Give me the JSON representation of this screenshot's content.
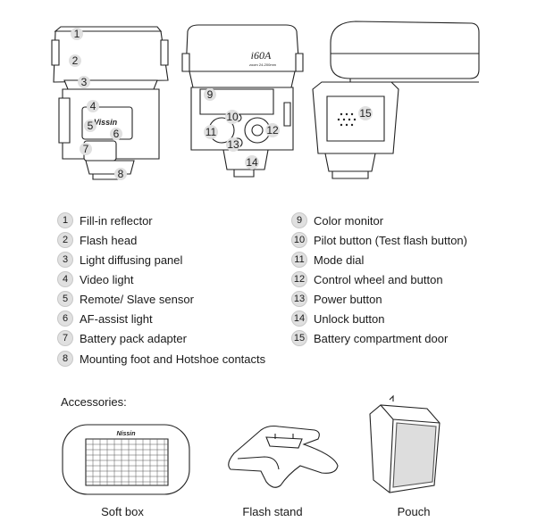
{
  "diagram": {
    "callouts": [
      "1",
      "2",
      "3",
      "4",
      "5",
      "6",
      "7",
      "8",
      "9",
      "10",
      "11",
      "12",
      "13",
      "14",
      "15"
    ],
    "brand_text": "Vissin",
    "model_text": "i60A",
    "zoom_text": "zoom 24-200mm"
  },
  "parts_left": [
    {
      "num": "1",
      "label": "Fill-in reflector"
    },
    {
      "num": "2",
      "label": "Flash head"
    },
    {
      "num": "3",
      "label": "Light diffusing panel"
    },
    {
      "num": "4",
      "label": "Video light"
    },
    {
      "num": "5",
      "label": "Remote/ Slave sensor"
    },
    {
      "num": "6",
      "label": "AF-assist light"
    },
    {
      "num": "7",
      "label": "Battery pack adapter"
    },
    {
      "num": "8",
      "label": "Mounting foot and Hotshoe contacts"
    }
  ],
  "parts_right": [
    {
      "num": "9",
      "label": "Color monitor"
    },
    {
      "num": "10",
      "label": "Pilot button (Test flash button)"
    },
    {
      "num": "11",
      "label": "Mode dial"
    },
    {
      "num": "12",
      "label": "Control wheel and button"
    },
    {
      "num": "13",
      "label": "Power button"
    },
    {
      "num": "14",
      "label": "Unlock button"
    },
    {
      "num": "15",
      "label": "Battery compartment door"
    }
  ],
  "accessories": {
    "title": "Accessories:",
    "items": [
      {
        "label": "Soft box",
        "brand": "Nissin"
      },
      {
        "label": "Flash stand"
      },
      {
        "label": "Pouch"
      }
    ]
  }
}
